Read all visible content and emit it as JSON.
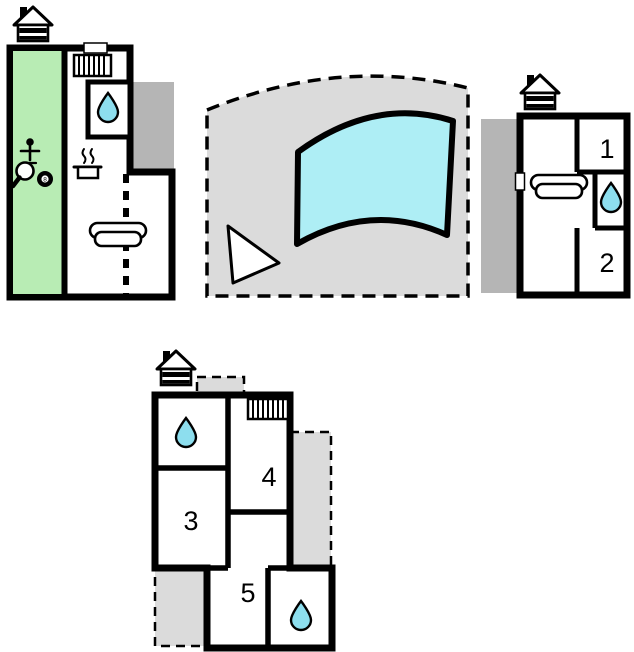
{
  "floorplan": {
    "rooms": {
      "room1": "1",
      "room2": "2",
      "room3": "3",
      "room4": "4",
      "room5": "5"
    },
    "billiard_ball_label": "8",
    "colors": {
      "wall": "#000000",
      "room_fill": "#ffffff",
      "games_room_fill": "#b8ecb4",
      "pool_water": "#aeeef5",
      "terrace_light": "#dbdbdb",
      "terrace_dark": "#b5b5b5",
      "water_drop": "#8ddeee"
    },
    "icons": {
      "house": "entrance-house-icon",
      "droplet": "water-droplet-icon",
      "radiator": "radiator-icon",
      "sofa": "sofa-icon",
      "pot": "cooking-pot-icon",
      "paddle": "table-tennis-paddle-icon",
      "ball": "billiard-8-ball-icon",
      "player": "foosball-player-icon",
      "pool": "swimming-pool",
      "triangle": "direction-triangle"
    }
  }
}
